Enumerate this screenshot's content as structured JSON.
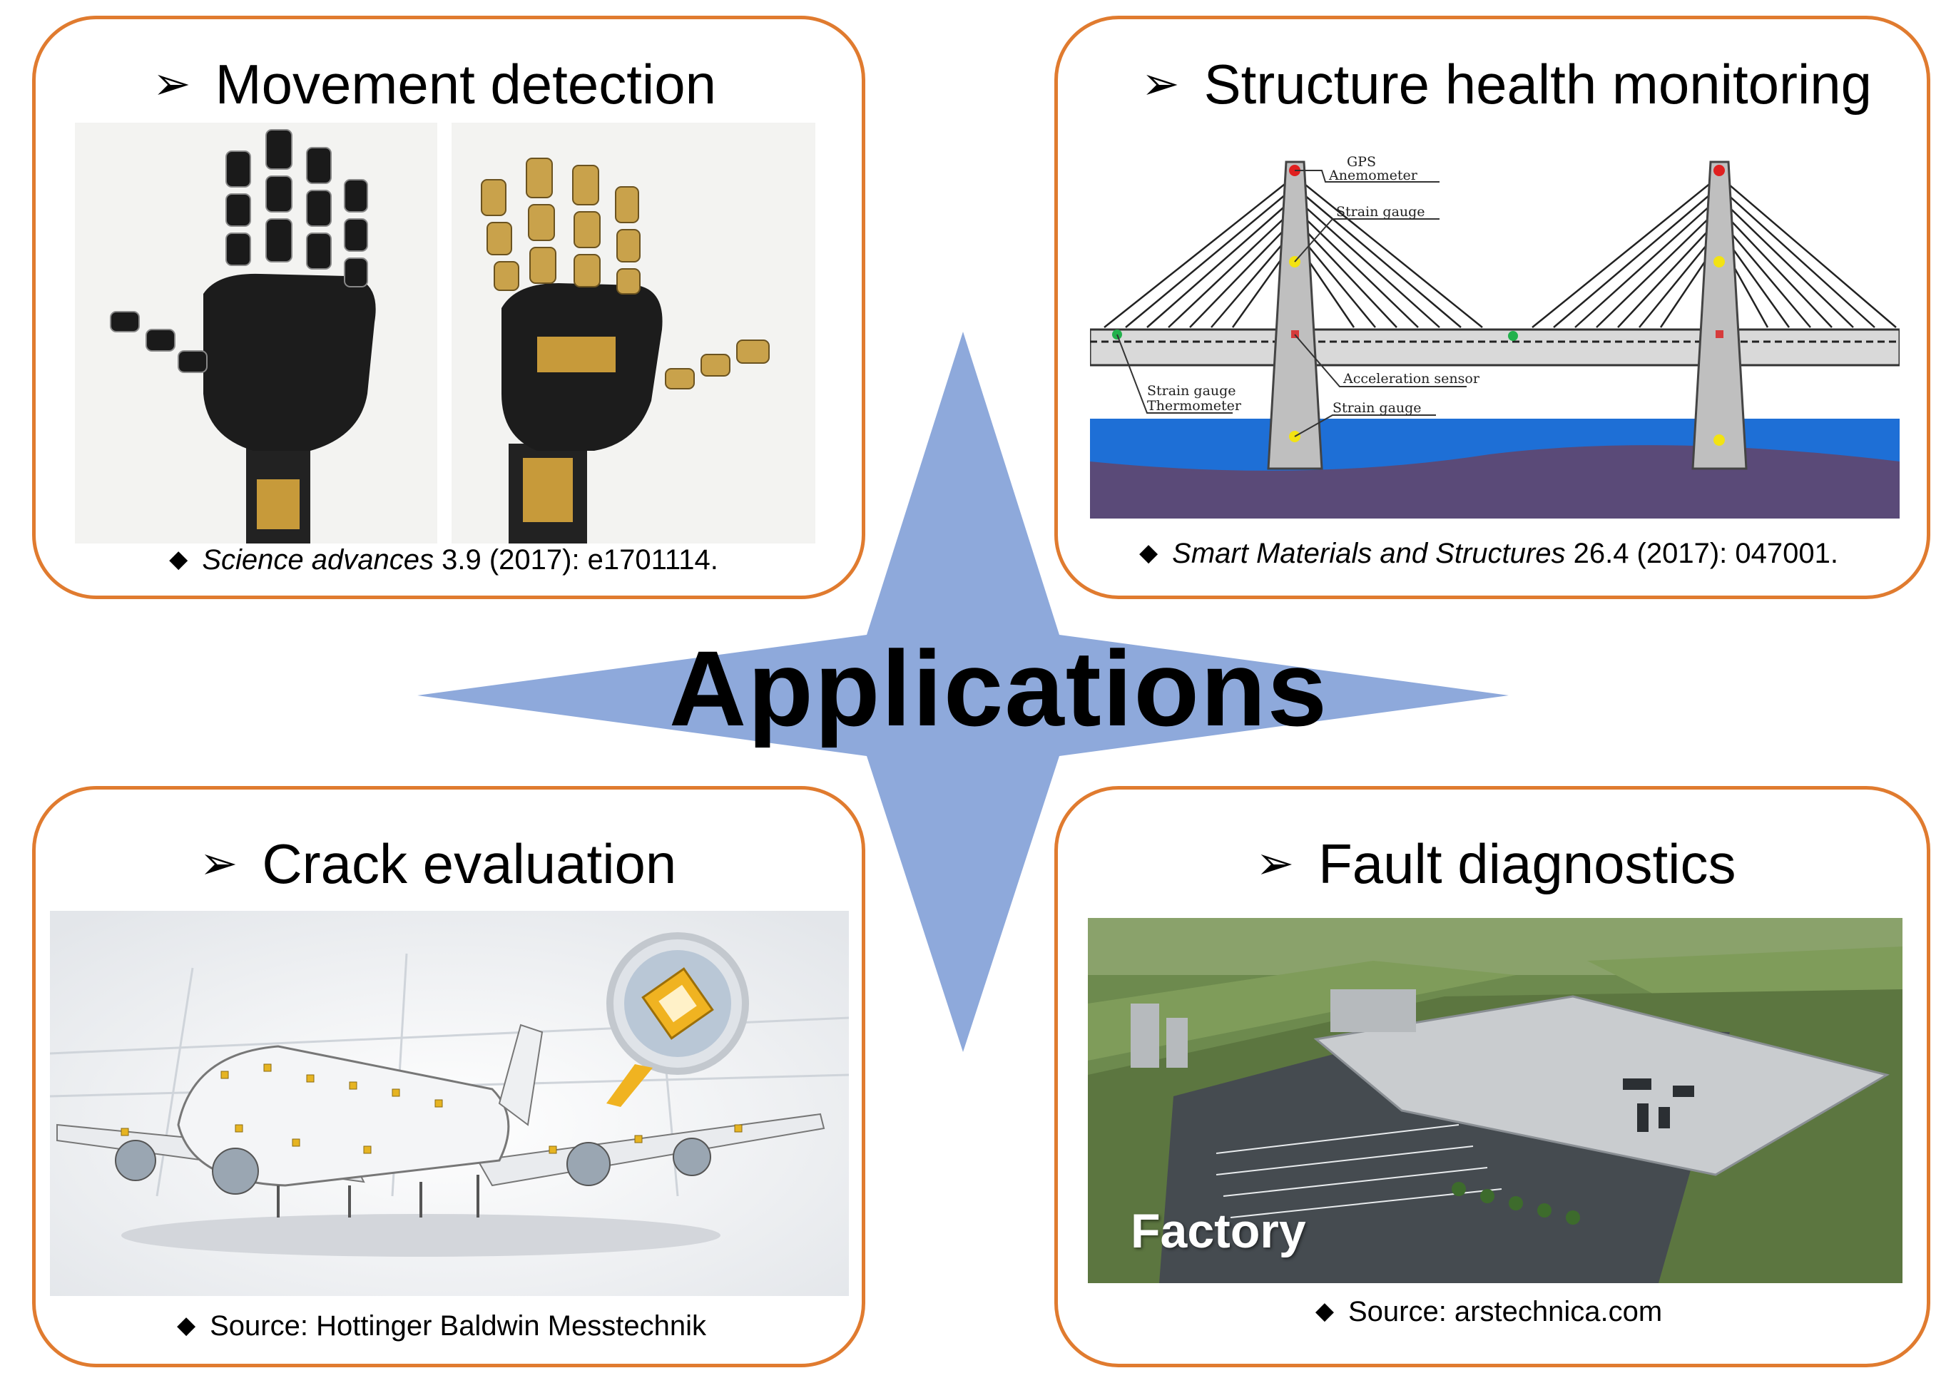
{
  "center": {
    "title": "Applications",
    "star_color": "#8ea9db"
  },
  "colors": {
    "panel_border": "#e07b2f",
    "water": "#1e6fd6",
    "ground": "#5a4a78"
  },
  "panels": {
    "movement": {
      "title": "Movement detection",
      "citation_italic": "Science advances",
      "citation_rest": " 3.9 (2017): e1701114."
    },
    "structure": {
      "title": "Structure health monitoring",
      "citation_italic": "Smart Materials and Structures",
      "citation_rest": " 26.4 (2017): 047001.",
      "labels": {
        "gps": "GPS",
        "anemometer": "Anemometer",
        "strain_gauge_top": "Strain gauge",
        "strain_gauge_left": "Strain gauge",
        "thermometer": "Thermometer",
        "acceleration": "Acceleration sensor",
        "strain_gauge_bottom": "Strain gauge"
      }
    },
    "crack": {
      "title": "Crack evaluation",
      "citation": "Source: Hottinger Baldwin Messtechnik"
    },
    "fault": {
      "title": "Fault diagnostics",
      "overlay_label": "Factory",
      "citation": "Source: arstechnica.com"
    }
  }
}
